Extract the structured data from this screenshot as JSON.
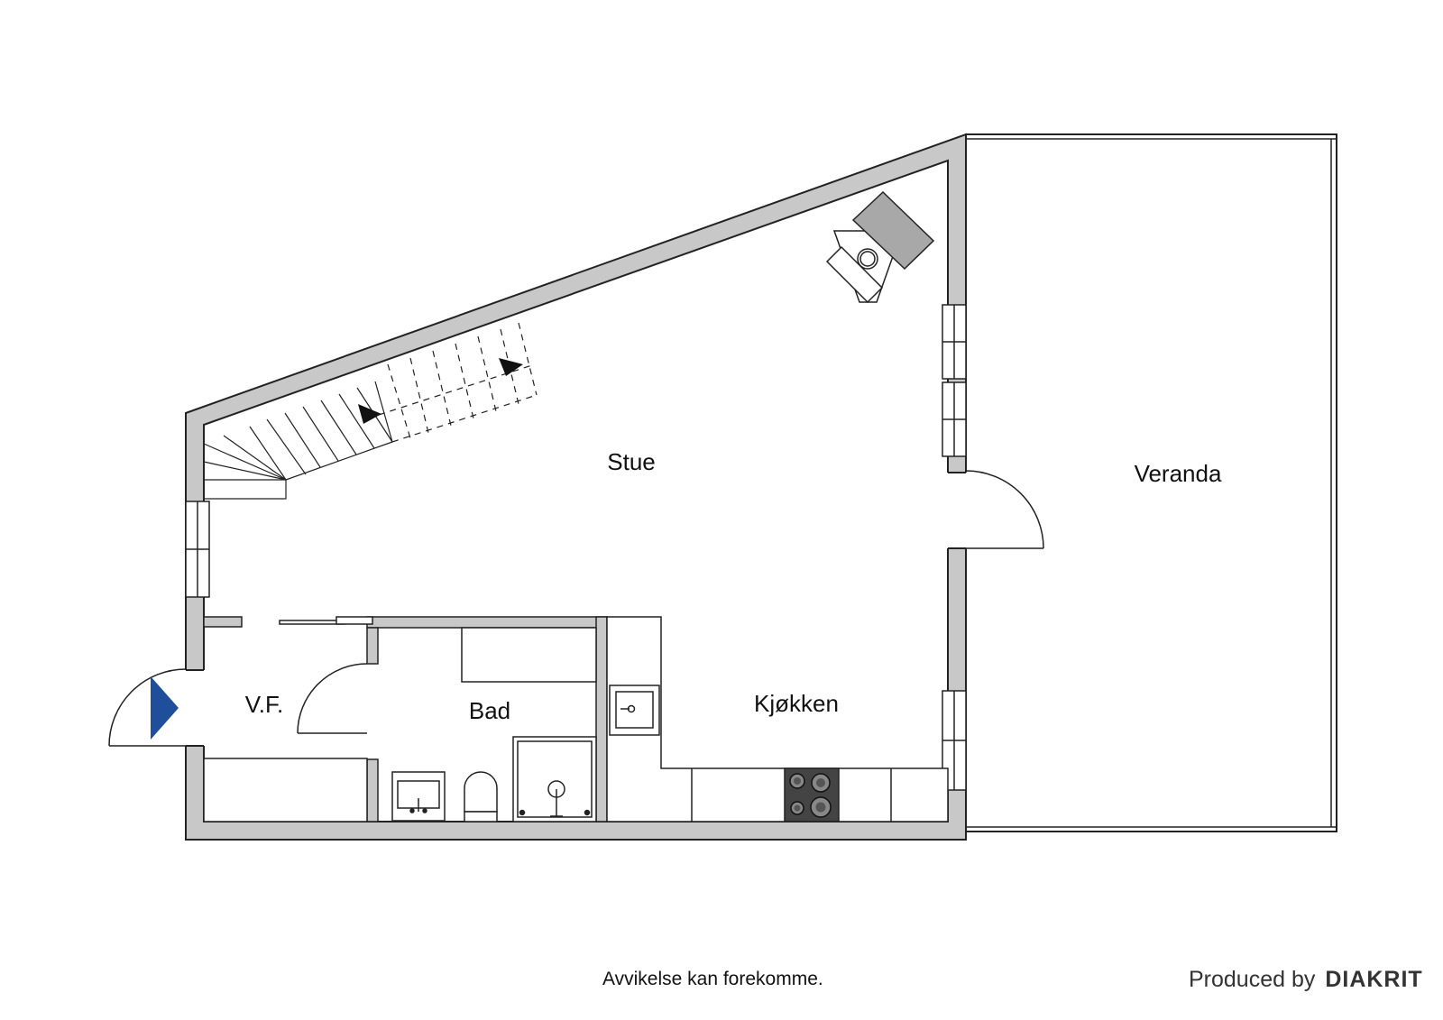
{
  "rooms": {
    "stue": "Stue",
    "veranda": "Veranda",
    "vf": "V.F.",
    "bad": "Bad",
    "kjokken": "Kjøkken"
  },
  "footer": {
    "disclaimer": "Avvikelse kan forekomme.",
    "produced_by": "Produced by",
    "brand": "DIAKRIT"
  },
  "colors": {
    "wall_fill": "#c8c8c8",
    "wall_stroke": "#222222",
    "entrance_arrow": "#1f4e9a",
    "stove": "#444444",
    "counter_fill": "#ffffff"
  },
  "icons": [
    "entrance-arrow-icon",
    "stair-direction-arrow-icon",
    "stove-icon",
    "sink-icon",
    "shower-icon",
    "toilet-icon",
    "chimney-icon"
  ]
}
